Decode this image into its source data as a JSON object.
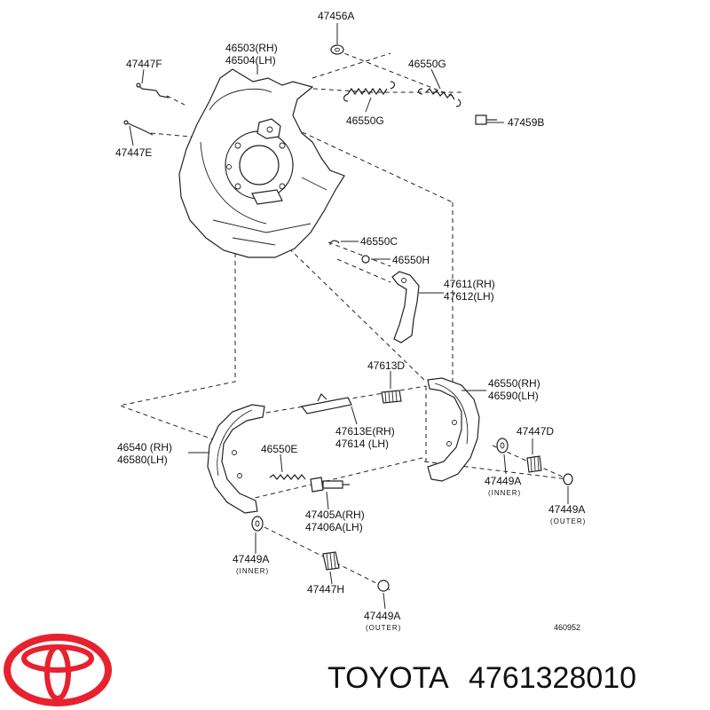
{
  "labels": {
    "p47456A": "47456A",
    "p46503": "46503(RH)",
    "p46504": "46504(LH)",
    "p47447F": "47447F",
    "p46550G_top": "46550G",
    "p46550G_bot": "46550G",
    "p47459B": "47459B",
    "p47447E": "47447E",
    "p46550C": "46550C",
    "p46550H": "46550H",
    "p47611": "47611(RH)",
    "p47612": "47612(LH)",
    "p47613D": "47613D",
    "p46550RH": "46550(RH)",
    "p46590LH": "46590(LH)",
    "p47613E": "47613E(RH)",
    "p47614": "47614 (LH)",
    "p46540": "46540 (RH)",
    "p46580": "46580(LH)",
    "p46550E": "46550E",
    "p47447D": "47447D",
    "p47449A_inner_r": "47449A",
    "inner_r": "(INNER)",
    "p47449A_outer_r": "47449A",
    "outer_r": "(OUTER)",
    "p47405A": "47405A(RH)",
    "p47406A": "47406A(LH)",
    "p47449A_inner_l": "47449A",
    "inner_l": "(INNER)",
    "p47447H": "47447H",
    "p47449A_outer_l": "47449A",
    "outer_l": "(OUTER)",
    "diagram_code": "460952"
  },
  "brand": {
    "name": "TOYOTA",
    "part_number": "4761328010",
    "logo_color": "#e8212e"
  }
}
